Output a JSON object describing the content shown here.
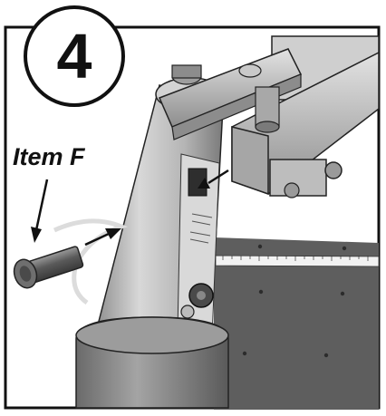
{
  "step": {
    "number": "4"
  },
  "callout": {
    "label": "Item F"
  },
  "icons": [
    "step-number-badge",
    "pointer-arrow",
    "bolt-icon"
  ],
  "colors": {
    "frame": "#111111",
    "table_top": "#5e5e5e",
    "column": "#b9b9b9",
    "metal_dark": "#4a4a4a",
    "ruler": "#f2f2f2"
  }
}
